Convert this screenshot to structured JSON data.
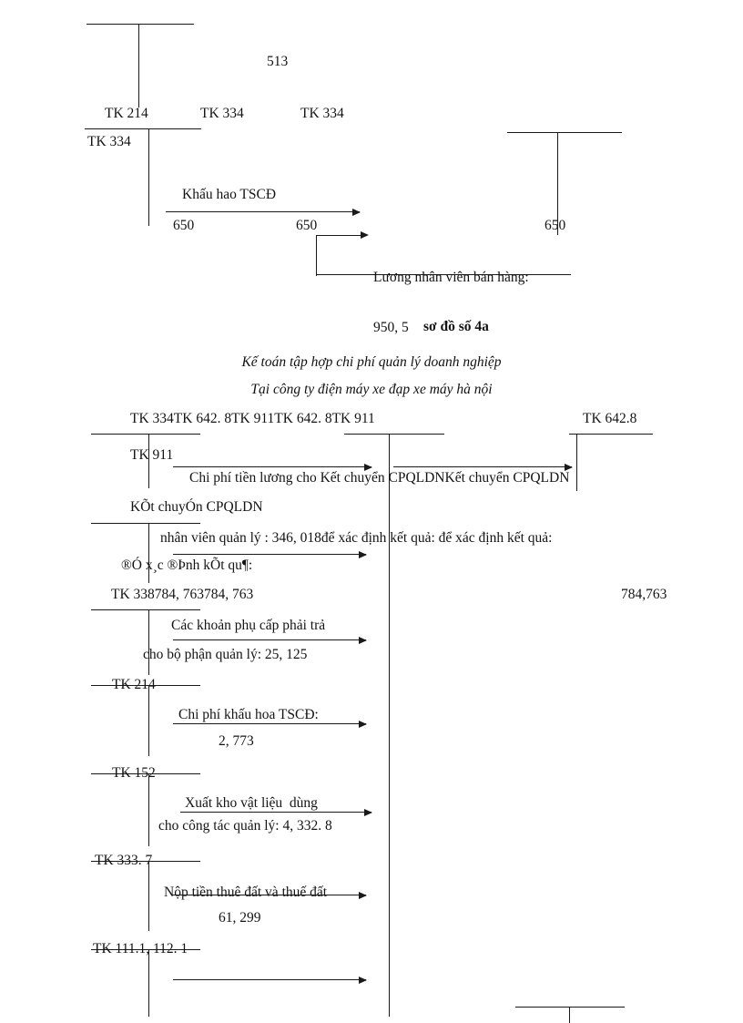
{
  "document": {
    "type": "accounting-t-account-diagram",
    "language": "vi",
    "title_number": "950, 5",
    "title_label": "sơ đồ số 4a",
    "subtitle_1": "Kế toán tập hợp chi phí quản lý doanh nghiệp",
    "subtitle_2": "Tại công ty điện máy xe đạp xe máy hà nội"
  },
  "top_section": {
    "value_513": "513",
    "account_labels": {
      "tk_214": "TK 214",
      "tk_334_mid": "TK 334",
      "tk_334_right": "TK 334",
      "tk_334_left": "TK 334"
    },
    "entries": [
      {
        "description": "Khấu hao TSCĐ",
        "amount_left": "650",
        "amount_mid": "650",
        "amount_right": "650"
      },
      {
        "description": "Lương nhân viên bán hàng:"
      }
    ]
  },
  "main_section": {
    "header_row": "TK 334TK 642. 8TK 911TK 642. 8TK 911",
    "header_right": "TK 642.8",
    "sub_account_left": "TK 911",
    "rows": [
      {
        "account": "",
        "line_1": "Chi phí tiền lương cho Kết chuyển CPQLDNKết chuyển CPQLDN",
        "line_2": "KÕt chuyÓn CPQLDN",
        "line_3": "nhân viên quản lý : 346, 018để xác định kết quả: để xác định kết quả:",
        "line_4": "®Ó x¸c ®Þnh kÕt qu¶:"
      },
      {
        "account": "TK 338784, 763784, 763",
        "right_amount": "784,763",
        "line_1": "Các khoản phụ cấp phải trả",
        "line_2": "cho bộ phận quản lý: 25, 125"
      },
      {
        "account": "TK 214",
        "line_1": "Chi phí khấu hoa TSCĐ:",
        "line_2": "2, 773"
      },
      {
        "account": "TK 152",
        "line_1": "Xuất kho vật liệu  dùng",
        "line_2": "cho công tác quản lý: 4, 332. 8"
      },
      {
        "account": "TK 333. 7",
        "line_1": "Nộp tiền thuê đất và thuế đất",
        "line_2": "61, 299"
      },
      {
        "account": "TK 111.1, 112. 1",
        "line_1": "",
        "line_2": ""
      }
    ]
  },
  "colors": {
    "ink": "#141414",
    "page": "#ffffff"
  }
}
